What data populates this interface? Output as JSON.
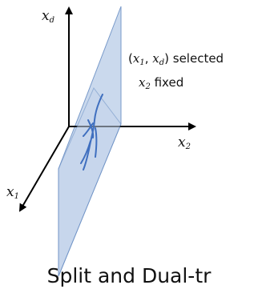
{
  "axes": {
    "xd": {
      "base": "x",
      "sub": "d"
    },
    "x2": {
      "base": "x",
      "sub": "2"
    },
    "x1": {
      "base": "x",
      "sub": "1"
    }
  },
  "annotations": {
    "selected": {
      "open": "(",
      "v1": "x",
      "s1": "1",
      "comma": ", ",
      "v2": "x",
      "s2": "d",
      "close": ")",
      "word": " selected"
    },
    "fixed": {
      "v": "x",
      "s": "2",
      "word": " fixed"
    }
  },
  "caption": "Split and Dual-tr",
  "colors": {
    "plane_fill": "#c5d5ec",
    "plane_stroke": "#6a8fc4",
    "curve": "#3f6fbf",
    "axis": "#000000"
  }
}
